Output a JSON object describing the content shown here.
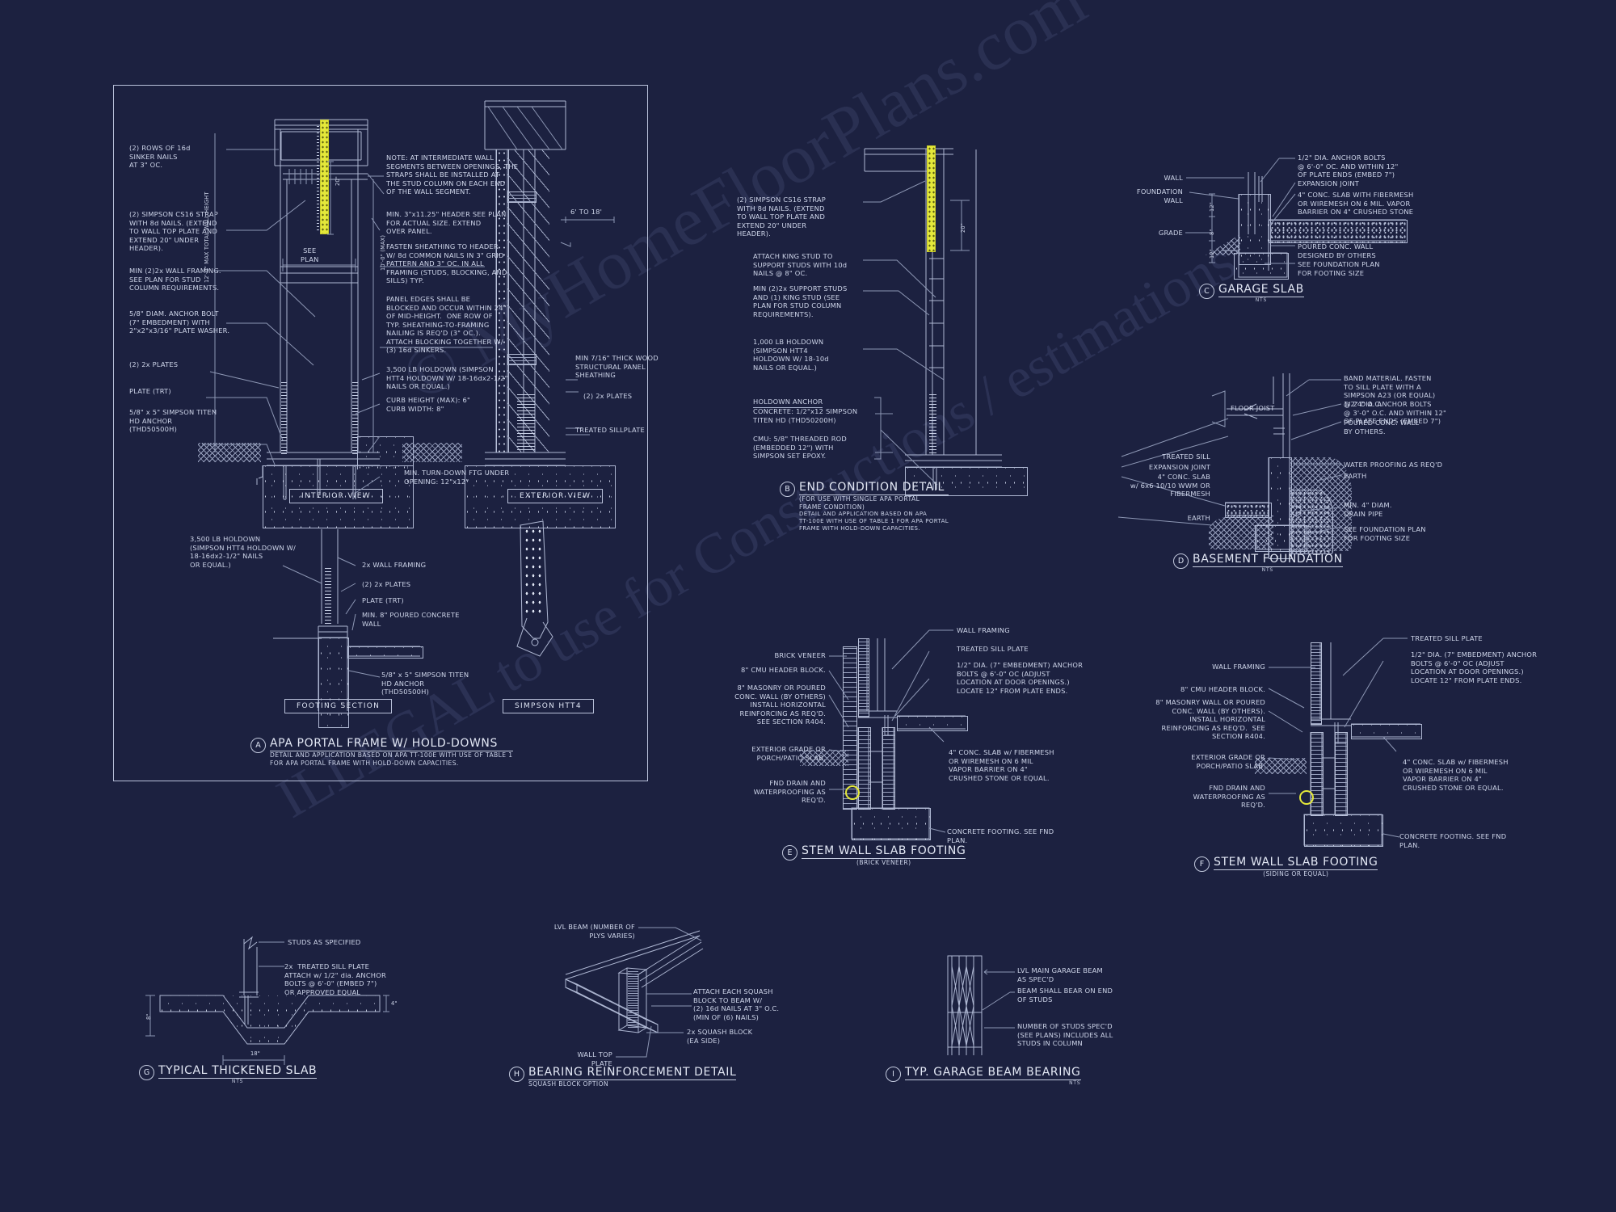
{
  "sheet": {
    "background_color": "#1c2140",
    "line_color": "#aeb7d2",
    "strap_color": "#e4e83a",
    "watermark_line1": "© MyHomeFloorPlans.com",
    "watermark_line2": "ILLEGAL to use for Constructions / estimations"
  },
  "detail_a": {
    "bubble": "A",
    "title": "APA PORTAL FRAME W/ HOLD-DOWNS",
    "subtitle": "DETAIL AND APPLICATION BASED ON APA TT-100E WITH USE OF TABLE 1\nFOR APA PORTAL FRAME WITH HOLD-DOWN CAPACITIES.",
    "view_labels": {
      "interior": "INTERIOR VIEW",
      "exterior": "EXTERIOR VIEW",
      "footing": "FOOTING SECTION",
      "hardware": "SIMPSON HTT4"
    },
    "left_notes": [
      "(2) ROWS OF 16d\nSINKER NAILS\nAT 3\" OC.",
      "(2) SIMPSON CS16 STRAP\nWITH 8d NAILS. (EXTEND\nTO WALL TOP PLATE AND\nEXTEND 20\" UNDER\nHEADER).",
      "MIN (2)2x WALL FRAMING.\nSEE PLAN FOR STUD\nCOLUMN REQUIREMENTS.",
      "5/8\" DIAM. ANCHOR BOLT\n(7\" EMBEDMENT) WITH\n2\"x2\"x3/16\" PLATE WASHER.",
      "(2) 2x PLATES",
      "PLATE (TRT)",
      "5/8\" x 5\" SIMPSON TITEN\nHD ANCHOR\n(THD50500H)"
    ],
    "right_notes": [
      "NOTE: AT INTERMEDIATE WALL\nSEGMENTS BETWEEN OPENINGS, THE\nSTRAPS SHALL BE INSTALLED AT\nTHE STUD COLUMN ON EACH END\nOF THE WALL SEGMENT.",
      "MIN. 3\"x11.25\" HEADER SEE PLAN\nFOR ACTUAL SIZE. EXTEND\nOVER PANEL.",
      "FASTEN SHEATHING TO HEADER\nW/ 8d COMMON NAILS IN 3\" GRID\nPATTERN AND 3\" OC. IN ALL\nFRAMING (STUDS, BLOCKING, AND\nSILLS) TYP.",
      "PANEL EDGES SHALL BE\nBLOCKED AND OCCUR WITHIN 24\"\nOF MID-HEIGHT.  ONE ROW OF\nTYP. SHEATHING-TO-FRAMING\nNAILING IS REQ'D (3\" OC.).\nATTACH BLOCKING TOGETHER W/\n(3) 16d SINKERS.",
      "3,500 LB HOLDOWN (SIMPSON\nHTT4 HOLDOWN W/ 18-16dx2-1/2\"\nNAILS OR EQUAL.)",
      "CURB HEIGHT (MAX): 6\"\nCURB WIDTH: 8\"",
      "MIN. TURN-DOWN FTG UNDER\nOPENING: 12\"x12\""
    ],
    "far_right_notes": [
      "6' TO 18'",
      "MIN 7/16\" THICK WOOD\nSTRUCTURAL PANEL\nSHEATHING",
      "(2) 2x PLATES",
      "TREATED SILLPLATE"
    ],
    "dimensions": {
      "strap_depth": "20\"",
      "wall_height": "12'-0\" MAX TOTAL WALL HEIGHT",
      "opening_height": "10'-0\" (MAX)",
      "see_plan": "SEE\nPLAN"
    },
    "footing_notes": [
      "3,500 LB HOLDOWN\n(SIMPSON HTT4 HOLDOWN W/\n18-16dx2-1/2\" NAILS\nOR EQUAL.)",
      "2x WALL FRAMING",
      "(2) 2x PLATES",
      "PLATE (TRT)",
      "MIN. 8\" POURED CONCRETE\nWALL",
      "5/8\" x 5\" SIMPSON TITEN\nHD ANCHOR\n(THD50500H)"
    ]
  },
  "detail_b": {
    "bubble": "B",
    "title": "END CONDITION DETAIL",
    "subtitle": "(FOR USE WITH SINGLE APA PORTAL\nFRAME CONDITION)",
    "note": "DETAIL AND APPLICATION BASED ON APA\nTT-100E WITH USE OF TABLE 1 FOR APA PORTAL\nFRAME WITH HOLD-DOWN CAPACITIES.",
    "notes": [
      "(2) SIMPSON CS16 STRAP\nWITH 8d NAILS. (EXTEND\nTO WALL TOP PLATE AND\nEXTEND 20\" UNDER\nHEADER).",
      "ATTACH KING STUD TO\nSUPPORT STUDS WITH 10d\nNAILS @ 8\" OC.",
      "MIN (2)2x SUPPORT STUDS\nAND (1) KING STUD (SEE\nPLAN FOR STUD COLUMN\nREQUIREMENTS).",
      "1,000 LB HOLDOWN\n(SIMPSON HTT4\nHOLDOWN W/ 18-10d\nNAILS OR EQUAL.)"
    ],
    "anchor_heading": "HOLDOWN ANCHOR",
    "anchor_notes": [
      "CONCRETE: 1/2\"x12 SIMPSON\nTITEN HD (THD50200H)",
      "CMU: 5/8\" THREADED ROD\n(EMBEDDED 12\") WITH\nSIMPSON SET EPOXY."
    ],
    "dimension": "20\""
  },
  "detail_c": {
    "bubble": "C",
    "title": "GARAGE SLAB",
    "nts": "NTS",
    "left_labels": [
      "WALL",
      "FOUNDATION\nWALL",
      "GRADE"
    ],
    "dims": [
      "12\"",
      "8\"",
      "12\""
    ],
    "right_labels": [
      "1/2\" DIA. ANCHOR BOLTS\n@ 6'-0\" OC. AND WITHIN 12\"\nOF PLATE ENDS (EMBED 7\")",
      "EXPANSION JOINT",
      "4\" CONC. SLAB WITH FIBERMESH\nOR WIREMESH ON 6 MIL. VAPOR\nBARRIER ON 4\" CRUSHED STONE",
      "POURED CONC. WALL\nDESIGNED BY OTHERS",
      "SEE FOUNDATION PLAN\nFOR FOOTING SIZE"
    ]
  },
  "detail_d": {
    "bubble": "D",
    "title": "BASEMENT FOUNDATION",
    "nts": "NTS",
    "left_labels": [
      "FLOOR JOIST",
      "TREATED SILL",
      "EXPANSION JOINT",
      "4\" CONC. SLAB\nw/ 6x6 10/10 WWM OR\nFIBERMESH",
      "EARTH"
    ],
    "right_labels": [
      "BAND MATERIAL. FASTEN\nTO SILL PLATE WITH A\nSIMPSON A23 (OR EQUAL)\n@ 24\" O.C.",
      "1/2\" DIA. ANCHOR BOLTS\n@ 3'-0\" O.C. AND WITHIN 12\"\nOF PLATE ENDS (EMBED 7\")",
      "POURED CONC. WALL\nBY OTHERS.",
      "WATER PROOFING AS REQ'D",
      "EARTH",
      "MIN. 4\" DIAM.\nDRAIN PIPE",
      "SEE FOUNDATION PLAN\nFOR FOOTING SIZE"
    ]
  },
  "detail_e": {
    "bubble": "E",
    "title": "STEM WALL SLAB FOOTING",
    "subtitle": "(BRICK VENEER)",
    "left_labels": [
      "BRICK VENEER",
      "8\" CMU HEADER BLOCK.",
      "8\" MASONRY OR POURED\nCONC. WALL (BY OTHERS)\nINSTALL HORIZONTAL\nREINFORCING AS REQ'D.\nSEE SECTION R404.",
      "EXTERIOR GRADE OR\nPORCH/PATIO SLAB.",
      "FND DRAIN AND\nWATERPROOFING AS\nREQ'D."
    ],
    "right_labels": [
      "WALL FRAMING",
      "TREATED SILL PLATE",
      "1/2\" DIA. (7\" EMBEDMENT) ANCHOR\nBOLTS @ 6'-0\" OC (ADJUST\nLOCATION AT DOOR OPENINGS.)\nLOCATE 12\" FROM PLATE ENDS.",
      "4\" CONC. SLAB w/ FIBERMESH\nOR WIREMESH ON 6 MIL\nVAPOR BARRIER ON 4\"\nCRUSHED STONE OR EQUAL.",
      "CONCRETE FOOTING. SEE FND\nPLAN."
    ]
  },
  "detail_f": {
    "bubble": "F",
    "title": "STEM WALL SLAB FOOTING",
    "subtitle": "(SIDING OR EQUAL)",
    "left_labels": [
      "WALL FRAMING",
      "8\" CMU HEADER BLOCK.",
      "8\" MASONRY WALL OR POURED\nCONC. WALL (BY OTHERS).\nINSTALL HORIZONTAL\nREINFORCING AS REQ'D.  SEE\nSECTION R404.",
      "EXTERIOR GRADE OR\nPORCH/PATIO SLAB.",
      "FND DRAIN AND\nWATERPROOFING AS\nREQ'D."
    ],
    "right_labels": [
      "TREATED SILL PLATE",
      "1/2\" DIA. (7\" EMBEDMENT) ANCHOR\nBOLTS @ 6'-0\" OC (ADJUST\nLOCATION AT DOOR OPENINGS.)\nLOCATE 12\" FROM PLATE ENDS.",
      "4\" CONC. SLAB w/ FIBERMESH\nOR WIREMESH ON 6 MIL\nVAPOR BARRIER ON 4\"\nCRUSHED STONE OR EQUAL.",
      "CONCRETE FOOTING. SEE FND\nPLAN."
    ]
  },
  "detail_g": {
    "bubble": "G",
    "title": "TYPICAL THICKENED SLAB",
    "nts": "NTS",
    "labels": [
      "STUDS AS SPECIFIED",
      "2x  TREATED SILL PLATE\nATTACH w/ 1/2\" dia. ANCHOR\nBOLTS @ 6'-0\" (EMBED 7\")\nOR APPROVED EQUAL"
    ],
    "dims": {
      "depth": "8\"",
      "width": "18\"",
      "slab": "4\""
    }
  },
  "detail_h": {
    "bubble": "H",
    "title": "BEARING REINFORCEMENT DETAIL",
    "subtitle": "SQUASH BLOCK OPTION",
    "labels": [
      "LVL BEAM (NUMBER OF\nPLYS VARIES)",
      "ATTACH EACH SQUASH\nBLOCK TO BEAM W/\n(2) 16d NAILS AT 3\" O.C.\n(MIN OF (6) NAILS)",
      "2x SQUASH BLOCK\n(EA SIDE)",
      "WALL TOP\nPLATE"
    ]
  },
  "detail_i": {
    "bubble": "I",
    "title": "TYP. GARAGE BEAM BEARING",
    "nts": "NTS",
    "labels": [
      "LVL MAIN GARAGE BEAM\nAS SPEC'D",
      "BEAM SHALL BEAR ON END\nOF STUDS",
      "NUMBER OF STUDS SPEC'D\n(SEE PLANS) INCLUDES ALL\nSTUDS IN COLUMN"
    ]
  }
}
